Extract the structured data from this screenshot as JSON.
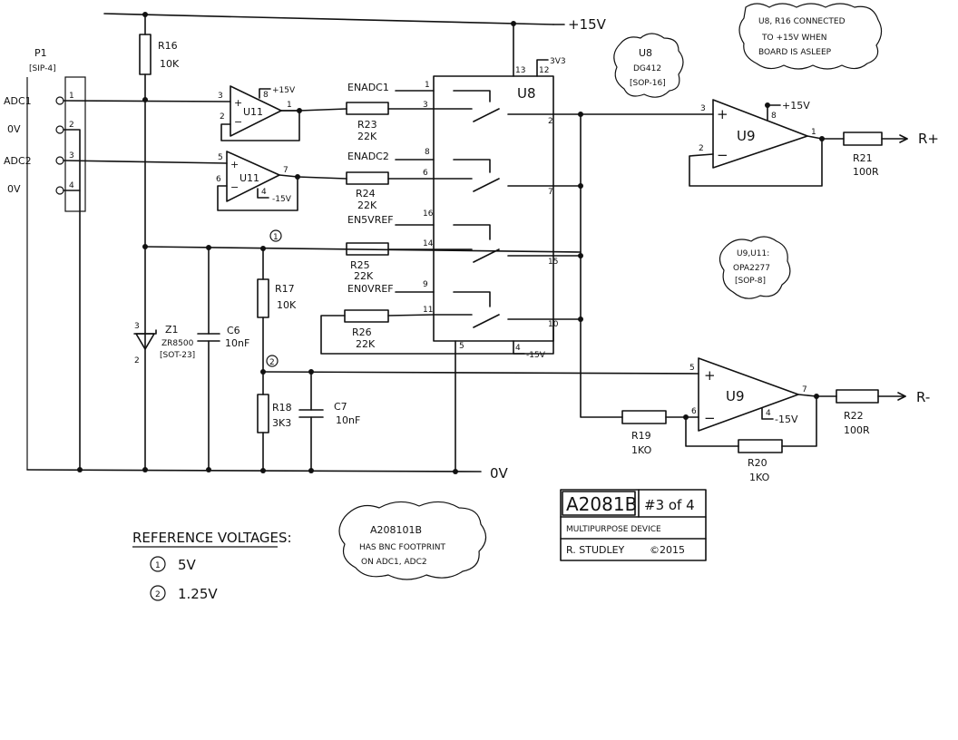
{
  "rails": {
    "pos15": "+15V",
    "gnd": "0V",
    "v3v3": "3V3",
    "neg15": "-15V"
  },
  "connector": {
    "ref": "P1",
    "type": "[SIP-4]",
    "pins": [
      "ADC1",
      "0V",
      "ADC2",
      "0V"
    ],
    "pin_numbers": [
      "1",
      "2",
      "3",
      "4"
    ]
  },
  "switch": {
    "ref": "U8",
    "part": "DG412",
    "package": "[SOP-16]",
    "enables": [
      "ENADC1",
      "ENADC2",
      "EN5VREF",
      "EN0VREF"
    ],
    "pins": {
      "p1": "1",
      "p3": "3",
      "p8": "8",
      "p6": "6",
      "p16": "16",
      "p14": "14",
      "p9": "9",
      "p11": "11",
      "p2": "2",
      "p7": "7",
      "p15": "15",
      "p10": "10",
      "p13": "13",
      "p12": "12",
      "p5": "5",
      "p4": "4"
    }
  },
  "buffers": {
    "ref": "U11",
    "a": {
      "in_pos": "3",
      "in_neg": "2",
      "out": "1",
      "vpos": "8"
    },
    "b": {
      "in_pos": "5",
      "in_neg": "6",
      "out": "7",
      "vneg": "4"
    }
  },
  "drivers": {
    "ref": "U9",
    "a": {
      "in_pos": "3",
      "in_neg": "2",
      "out": "1",
      "vpos": "8"
    },
    "b": {
      "in_pos": "5",
      "in_neg": "6",
      "out": "7",
      "vneg": "4"
    }
  },
  "resistors": {
    "r16": {
      "ref": "R16",
      "value": "10K"
    },
    "r23": {
      "ref": "R23",
      "value": "22K"
    },
    "r24": {
      "ref": "R24",
      "value": "22K"
    },
    "r25": {
      "ref": "R25",
      "value": "22K"
    },
    "r26": {
      "ref": "R26",
      "value": "22K"
    },
    "r17": {
      "ref": "R17",
      "value": "10K"
    },
    "r18": {
      "ref": "R18",
      "value": "3K3"
    },
    "r19": {
      "ref": "R19",
      "value": "1KO"
    },
    "r20": {
      "ref": "R20",
      "value": "1KO"
    },
    "r21": {
      "ref": "R21",
      "value": "100R"
    },
    "r22": {
      "ref": "R22",
      "value": "100R"
    }
  },
  "capacitors": {
    "c6": {
      "ref": "C6",
      "value": "10nF"
    },
    "c7": {
      "ref": "C7",
      "value": "10nF"
    }
  },
  "zener": {
    "ref": "Z1",
    "part": "ZR8500",
    "package": "[SOT-23]",
    "pin_k": "3",
    "pin_a": "2"
  },
  "outputs": {
    "pos": "R+",
    "neg": "R-"
  },
  "nodes": {
    "n1": "1",
    "n2": "2"
  },
  "notes": {
    "u8_r16": [
      "U8, R16 CONNECTED",
      "TO +15V WHEN",
      "BOARD IS ASLEEP"
    ],
    "opamps": [
      "U9,U11:",
      "OPA2277",
      "[SOP-8]"
    ],
    "bnc": [
      "A208101B",
      "HAS BNC FOOTPRINT",
      "ON ADC1, ADC2"
    ]
  },
  "reference_voltages": {
    "title": "REFERENCE VOLTAGES:",
    "items": [
      {
        "node": "1",
        "value": "5V"
      },
      {
        "node": "2",
        "value": "1.25V"
      }
    ]
  },
  "title_block": {
    "board": "A2081B",
    "sheet": "#3 of 4",
    "description": "MULTIPURPOSE DEVICE",
    "author": "R. STUDLEY",
    "year": "©2015"
  }
}
